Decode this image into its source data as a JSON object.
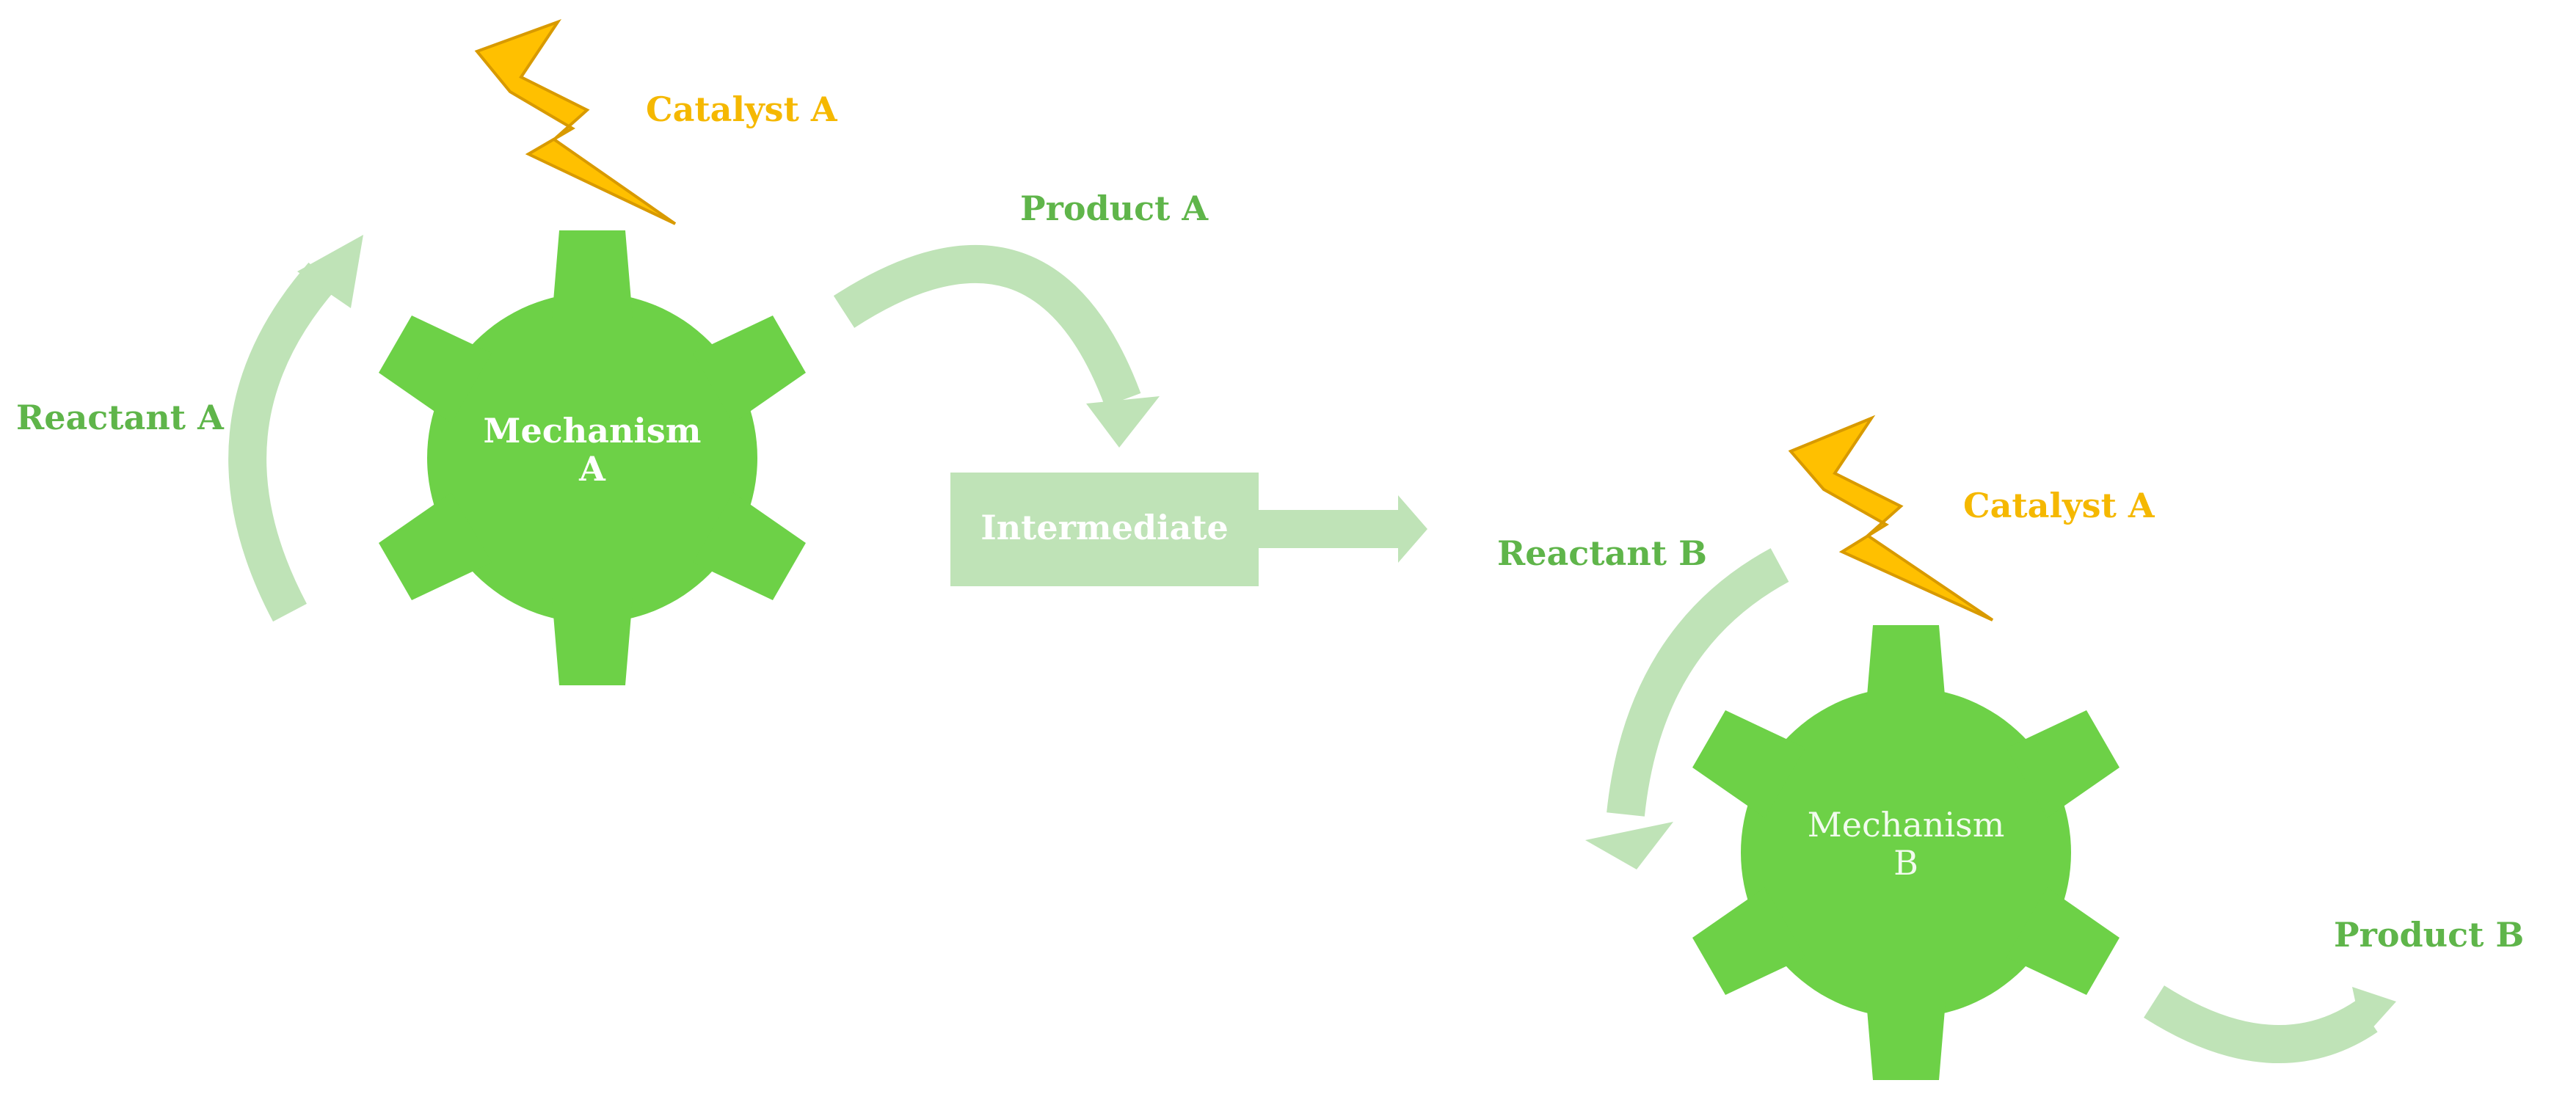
{
  "labels": {
    "catalyst_a_top": "Catalyst A",
    "product_a": "Product A",
    "reactant_a": "Reactant A",
    "mechanism_a_line1": "Mechanism",
    "mechanism_a_line2": "A",
    "intermediate": "Intermediate",
    "reactant_b": "Reactant B",
    "catalyst_a_bottom": "Catalyst A",
    "mechanism_b_line1": "Mechanism",
    "mechanism_b_line2": "B",
    "product_b": "Product B"
  },
  "colors": {
    "gear": "#6dd147",
    "arrow": "#bfe3b7",
    "label_green": "#5fb54a",
    "catalyst": "#ffc000",
    "catalyst_outline": "#d89a00",
    "mechanism_a_text": "#ffffff",
    "mechanism_b_text": "#f2fbee"
  }
}
